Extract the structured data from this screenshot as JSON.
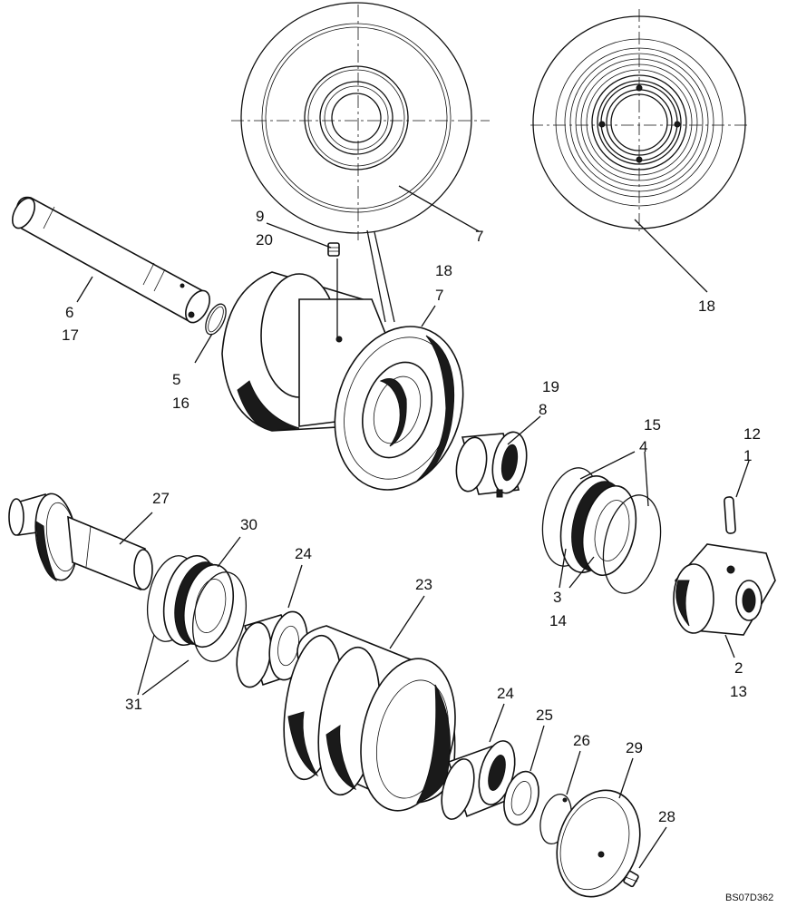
{
  "diagram": {
    "drawing_code": "BS07D362",
    "callouts": [
      {
        "id": "c9",
        "text": "9"
      },
      {
        "id": "c20",
        "text": "20"
      },
      {
        "id": "c7a",
        "text": "7"
      },
      {
        "id": "c18a",
        "text": "18"
      },
      {
        "id": "c18b",
        "text": "18"
      },
      {
        "id": "c7b",
        "text": "7"
      },
      {
        "id": "c6",
        "text": "6"
      },
      {
        "id": "c17",
        "text": "17"
      },
      {
        "id": "c5",
        "text": "5"
      },
      {
        "id": "c16",
        "text": "16"
      },
      {
        "id": "c19",
        "text": "19"
      },
      {
        "id": "c8",
        "text": "8"
      },
      {
        "id": "c15",
        "text": "15"
      },
      {
        "id": "c4",
        "text": "4"
      },
      {
        "id": "c12",
        "text": "12"
      },
      {
        "id": "c1",
        "text": "1"
      },
      {
        "id": "c27",
        "text": "27"
      },
      {
        "id": "c30",
        "text": "30"
      },
      {
        "id": "c24a",
        "text": "24"
      },
      {
        "id": "c23",
        "text": "23"
      },
      {
        "id": "c3",
        "text": "3"
      },
      {
        "id": "c14",
        "text": "14"
      },
      {
        "id": "c2",
        "text": "2"
      },
      {
        "id": "c13",
        "text": "13"
      },
      {
        "id": "c31",
        "text": "31"
      },
      {
        "id": "c24b",
        "text": "24"
      },
      {
        "id": "c25",
        "text": "25"
      },
      {
        "id": "c26",
        "text": "26"
      },
      {
        "id": "c29",
        "text": "29"
      },
      {
        "id": "c28",
        "text": "28"
      }
    ]
  }
}
